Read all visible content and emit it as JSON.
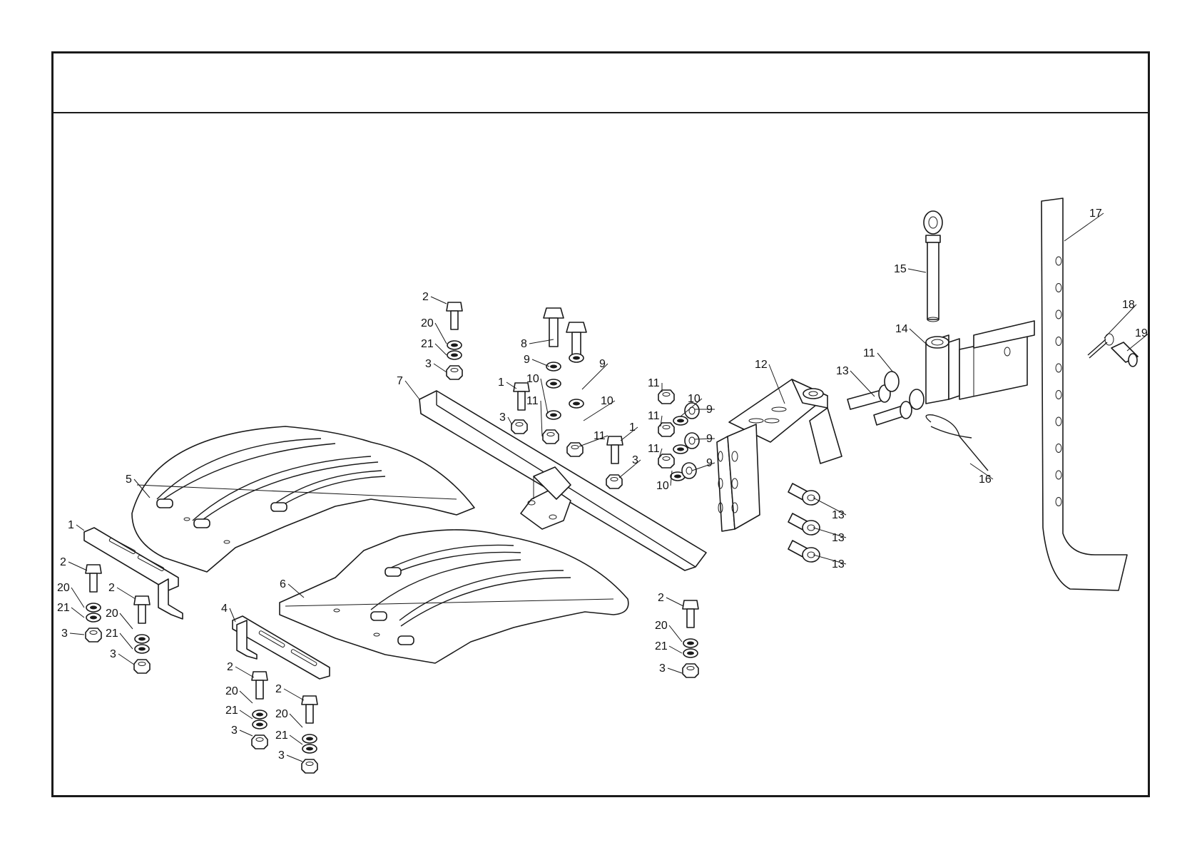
{
  "colors": {
    "line": "#1a1a1a",
    "paper": "#ffffff"
  },
  "callouts": [
    {
      "id": "c1",
      "label": "1"
    },
    {
      "id": "c2",
      "label": "2"
    },
    {
      "id": "c3",
      "label": "3"
    },
    {
      "id": "c20",
      "label": "20"
    },
    {
      "id": "c21",
      "label": "21"
    },
    {
      "id": "c4",
      "label": "4"
    },
    {
      "id": "c5",
      "label": "5"
    },
    {
      "id": "c6",
      "label": "6"
    },
    {
      "id": "c7",
      "label": "7"
    },
    {
      "id": "c8",
      "label": "8"
    },
    {
      "id": "c9",
      "label": "9"
    },
    {
      "id": "c10",
      "label": "10"
    },
    {
      "id": "c11",
      "label": "11"
    },
    {
      "id": "c12",
      "label": "12"
    },
    {
      "id": "c13",
      "label": "13"
    },
    {
      "id": "c14",
      "label": "14"
    },
    {
      "id": "c15",
      "label": "15"
    },
    {
      "id": "c16",
      "label": "16"
    },
    {
      "id": "c17",
      "label": "17"
    },
    {
      "id": "c18",
      "label": "18"
    },
    {
      "id": "c19",
      "label": "19"
    }
  ]
}
